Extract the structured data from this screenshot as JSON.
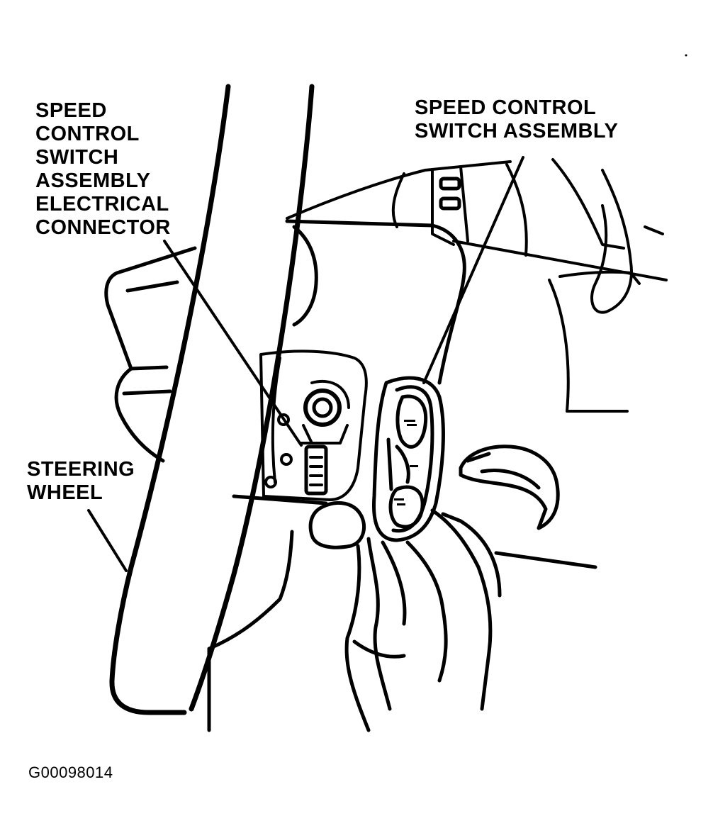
{
  "labels": {
    "connector": [
      "SPEED",
      "CONTROL",
      "SWITCH",
      "ASSEMBLY",
      "ELECTRICAL",
      "CONNECTOR"
    ],
    "switch_assembly": [
      "SPEED CONTROL",
      "SWITCH ASSEMBLY"
    ],
    "steering_wheel": [
      "STEERING",
      "WHEEL"
    ]
  },
  "figure_id": "G00098014",
  "colors": {
    "ink": "#000000",
    "background": "#ffffff"
  }
}
